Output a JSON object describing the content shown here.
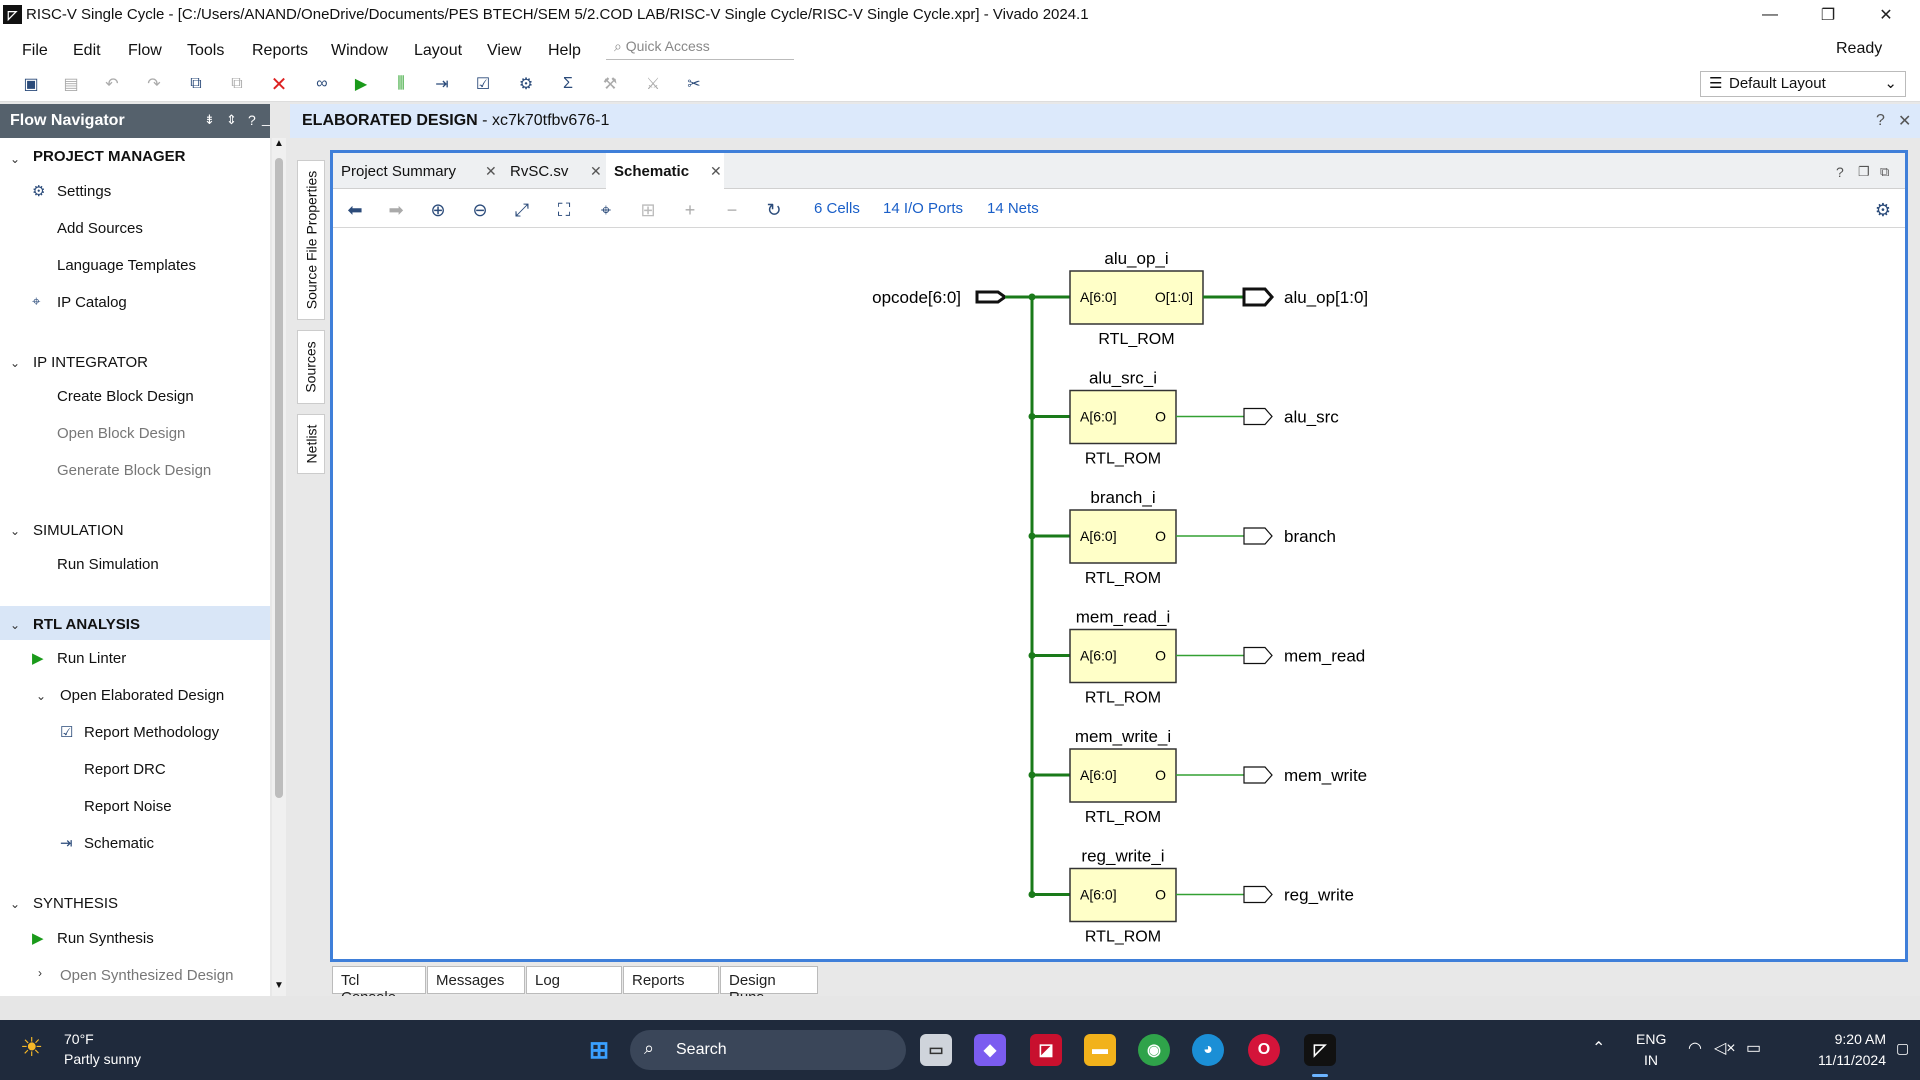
{
  "window": {
    "title": "RISC-V Single Cycle - [C:/Users/ANAND/OneDrive/Documents/PES BTECH/SEM 5/2.COD LAB/RISC-V Single Cycle/RISC-V Single Cycle.xpr] - Vivado 2024.1",
    "status": "Ready"
  },
  "menu": [
    "File",
    "Edit",
    "Flow",
    "Tools",
    "Reports",
    "Window",
    "Layout",
    "View",
    "Help"
  ],
  "quick_access": "Quick Access",
  "layout_select": "Default Layout",
  "flow_navigator": {
    "title": "Flow Navigator",
    "sections": [
      {
        "label": "PROJECT MANAGER",
        "items": [
          "Settings",
          "Add Sources",
          "Language Templates",
          "IP Catalog"
        ]
      },
      {
        "label": "IP INTEGRATOR",
        "items": [
          "Create Block Design",
          "Open Block Design",
          "Generate Block Design"
        ]
      },
      {
        "label": "SIMULATION",
        "items": [
          "Run Simulation"
        ]
      },
      {
        "label": "RTL ANALYSIS",
        "items": [
          "Run Linter",
          "Open Elaborated Design",
          "Report Methodology",
          "Report DRC",
          "Report Noise",
          "Schematic"
        ]
      },
      {
        "label": "SYNTHESIS",
        "items": [
          "Run Synthesis",
          "Open Synthesized Design"
        ]
      }
    ]
  },
  "side_tabs": [
    "Source File Properties",
    "Sources",
    "Netlist"
  ],
  "editor": {
    "title": "ELABORATED DESIGN",
    "part": " - xc7k70tfbv676-1"
  },
  "tabs": [
    "Project Summary",
    "RvSC.sv",
    "Schematic"
  ],
  "schematic_stats": [
    "6 Cells",
    "14 I/O Ports",
    "14 Nets"
  ],
  "schematic": {
    "input_port": "opcode[6:0]",
    "cells": [
      {
        "name": "alu_op_i",
        "pin_in": "A[6:0]",
        "pin_out": "O[1:0]",
        "type": "RTL_ROM",
        "output": "alu_op[1:0]"
      },
      {
        "name": "alu_src_i",
        "pin_in": "A[6:0]",
        "pin_out": "O",
        "type": "RTL_ROM",
        "output": "alu_src"
      },
      {
        "name": "branch_i",
        "pin_in": "A[6:0]",
        "pin_out": "O",
        "type": "RTL_ROM",
        "output": "branch"
      },
      {
        "name": "mem_read_i",
        "pin_in": "A[6:0]",
        "pin_out": "O",
        "type": "RTL_ROM",
        "output": "mem_read"
      },
      {
        "name": "mem_write_i",
        "pin_in": "A[6:0]",
        "pin_out": "O",
        "type": "RTL_ROM",
        "output": "mem_write"
      },
      {
        "name": "reg_write_i",
        "pin_in": "A[6:0]",
        "pin_out": "O",
        "type": "RTL_ROM",
        "output": "reg_write"
      }
    ]
  },
  "bottom_tabs": [
    "Tcl Console",
    "Messages",
    "Log",
    "Reports",
    "Design Runs"
  ],
  "taskbar": {
    "weather_temp": "70°F",
    "weather_desc": "Partly sunny",
    "search": "Search",
    "lang1": "ENG",
    "lang2": "IN",
    "time": "9:20 AM",
    "date": "11/11/2024"
  }
}
